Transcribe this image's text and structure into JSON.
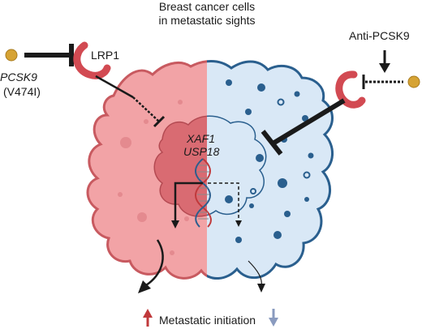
{
  "title": {
    "line1": "Breast cancer cells",
    "line2": "in metastatic sights"
  },
  "left": {
    "ligand": "PCSK9",
    "variant": "(V474I)",
    "receptor": "LRP1"
  },
  "right": {
    "drug": "Anti-PCSK9"
  },
  "nucleus": {
    "gene1": "XAF1",
    "gene2": "USP18"
  },
  "outcome": {
    "label": "Metastatic initiation",
    "up_arrow_color": "#c0393b",
    "down_arrow_color": "#8a9bbf"
  },
  "colors": {
    "left_cell": "#f2a3a6",
    "left_cell_stroke": "#c85a60",
    "right_cell": "#d9e8f6",
    "right_cell_stroke": "#2a5f8e",
    "receptor": "#d24a52",
    "ligand_dot": "#d6a334",
    "dna_left": "#c0393b",
    "dna_right": "#2c5e8e"
  }
}
